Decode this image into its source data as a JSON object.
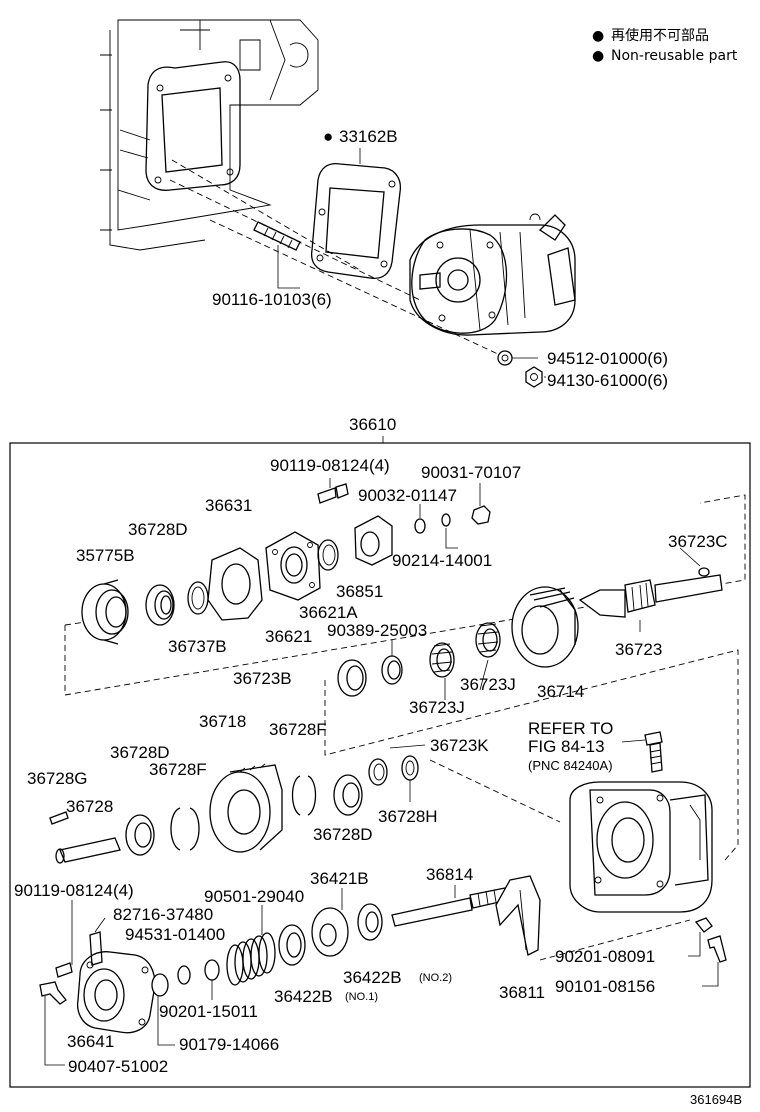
{
  "legend": {
    "items": [
      {
        "bullet": "●",
        "text": "再使用不可部品"
      },
      {
        "bullet": "●",
        "text": "Non-reusable part"
      }
    ]
  },
  "top": {
    "gasket": {
      "bullet": "●",
      "number": "33162B"
    },
    "stud": "90116-10103(6)",
    "washer": "94512-01000(6)",
    "nut": "94130-61000(6)"
  },
  "assembly_number": "36610",
  "reference": {
    "line1": "REFER TO",
    "line2": "FIG 84-13",
    "line3": "(PNC 84240A)"
  },
  "parts": [
    {
      "id": "p1",
      "text": "90119-08124(4)"
    },
    {
      "id": "p2",
      "text": "90031-70107"
    },
    {
      "id": "p3",
      "text": "90032-01147"
    },
    {
      "id": "p4",
      "text": "36631"
    },
    {
      "id": "p5",
      "text": "36728D"
    },
    {
      "id": "p6",
      "text": "35775B"
    },
    {
      "id": "p7",
      "text": "90214-14001"
    },
    {
      "id": "p8",
      "text": "36851"
    },
    {
      "id": "p9",
      "text": "36621A"
    },
    {
      "id": "p10",
      "text": "36621"
    },
    {
      "id": "p11",
      "text": "36737B"
    },
    {
      "id": "p12",
      "text": "90389-25003"
    },
    {
      "id": "p13",
      "text": "36723C"
    },
    {
      "id": "p14",
      "text": "36723"
    },
    {
      "id": "p15",
      "text": "36723B"
    },
    {
      "id": "p16",
      "text": "36723J"
    },
    {
      "id": "p17",
      "text": "36714"
    },
    {
      "id": "p18",
      "text": "36723J"
    },
    {
      "id": "p19",
      "text": "36718"
    },
    {
      "id": "p20",
      "text": "36728F"
    },
    {
      "id": "p21",
      "text": "36728D"
    },
    {
      "id": "p22",
      "text": "36728F"
    },
    {
      "id": "p23",
      "text": "36723K"
    },
    {
      "id": "p24",
      "text": "36728G"
    },
    {
      "id": "p25",
      "text": "36728"
    },
    {
      "id": "p26",
      "text": "36728H"
    },
    {
      "id": "p27",
      "text": "36728D"
    },
    {
      "id": "p28",
      "text": "90119-08124(4)"
    },
    {
      "id": "p29",
      "text": "90501-29040"
    },
    {
      "id": "p30",
      "text": "36421B"
    },
    {
      "id": "p31",
      "text": "36814"
    },
    {
      "id": "p32",
      "text": "82716-37480"
    },
    {
      "id": "p33",
      "text": "94531-01400"
    },
    {
      "id": "p34",
      "text": "36422B"
    },
    {
      "id": "p35",
      "text": "(NO.2)"
    },
    {
      "id": "p36",
      "text": "36422B"
    },
    {
      "id": "p37",
      "text": "(NO.1)"
    },
    {
      "id": "p38",
      "text": "90201-15011"
    },
    {
      "id": "p39",
      "text": "36641"
    },
    {
      "id": "p40",
      "text": "90179-14066"
    },
    {
      "id": "p41",
      "text": "90407-51002"
    },
    {
      "id": "p42",
      "text": "36811"
    },
    {
      "id": "p43",
      "text": "90201-08091"
    },
    {
      "id": "p44",
      "text": "90101-08156"
    }
  ],
  "figure_id": "361694B"
}
